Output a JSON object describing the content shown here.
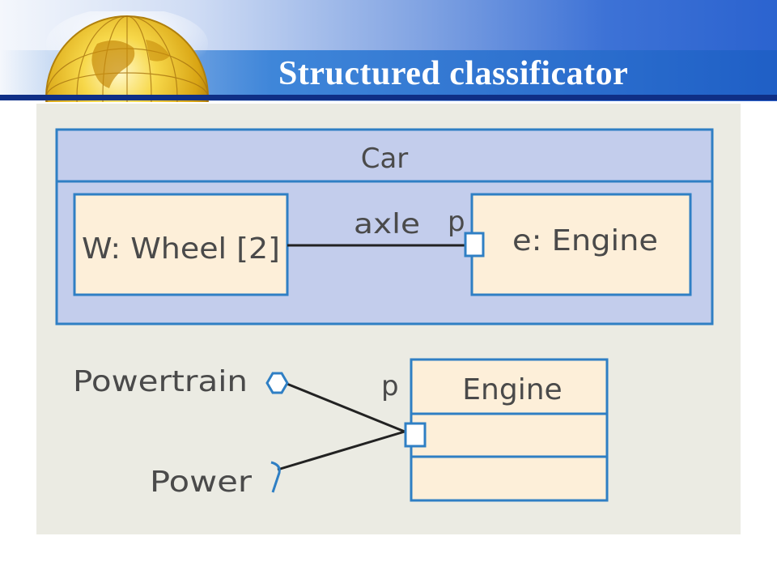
{
  "slide": {
    "title": "Structured classificator"
  },
  "diagram": {
    "car_class": {
      "name": "Car",
      "parts": [
        {
          "label": "W: Wheel [2]"
        },
        {
          "label": "e: Engine"
        }
      ],
      "connector_label": "axle",
      "port_label": "p"
    },
    "engine_class": {
      "name": "Engine",
      "port_label": "p",
      "interfaces": [
        {
          "label": "Powertrain",
          "kind": "provided"
        },
        {
          "label": "Power",
          "kind": "required"
        }
      ]
    }
  },
  "colors": {
    "outer_class_fill": "#c3cdec",
    "part_fill": "#fdefd9",
    "border": "#2f7fc4",
    "connector": "#222222",
    "figure_background": "#ebebe3",
    "title_bar": "#0f2f86"
  },
  "icons": [
    "globe-logo"
  ]
}
